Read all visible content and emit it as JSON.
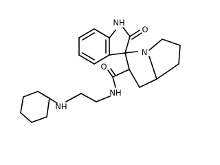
{
  "molecule": {
    "atoms": {
      "nh_indole": "NH",
      "o_lactam": "O",
      "n_pyrrolizidine": "N",
      "o_amide": "O",
      "nh_amide": "NH",
      "nh_amine": "NH"
    },
    "colors": {
      "bond": "#000000",
      "label": "#000000",
      "background": "#ffffff"
    }
  }
}
